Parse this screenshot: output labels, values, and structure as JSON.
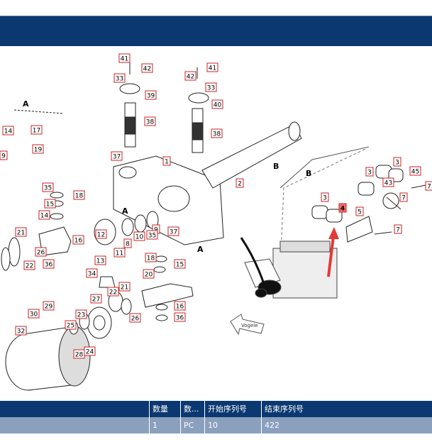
{
  "diagram": {
    "section_labels": [
      "A",
      "B",
      "A",
      "A",
      "B"
    ],
    "callouts": [
      "41",
      "42",
      "33",
      "39",
      "38",
      "42",
      "41",
      "33",
      "40",
      "38",
      "1",
      "2",
      "37",
      "3",
      "3",
      "45",
      "43",
      "7",
      "7",
      "3",
      "4",
      "5",
      "7",
      "14",
      "17",
      "19",
      "9",
      "35",
      "18",
      "15",
      "14",
      "21",
      "16",
      "26",
      "22",
      "36",
      "12",
      "11",
      "13",
      "10",
      "8",
      "9",
      "35",
      "37",
      "18",
      "15",
      "34",
      "22",
      "21",
      "20",
      "27",
      "26",
      "16",
      "36",
      "29",
      "30",
      "23",
      "25",
      "28",
      "24",
      "32"
    ],
    "highlighted_callout": "4",
    "logo_text": "Vogele"
  },
  "parts_table": {
    "headers": [
      "数量",
      "数...",
      "开始序列号",
      "结束序列号"
    ],
    "row": [
      "1",
      "PC",
      "10",
      "422"
    ]
  },
  "colors": {
    "header": "#0b3870",
    "row": "#8aa0bd",
    "callout_border": "#cc2222",
    "highlight": "#f26d6d",
    "arrow": "#e53935"
  }
}
